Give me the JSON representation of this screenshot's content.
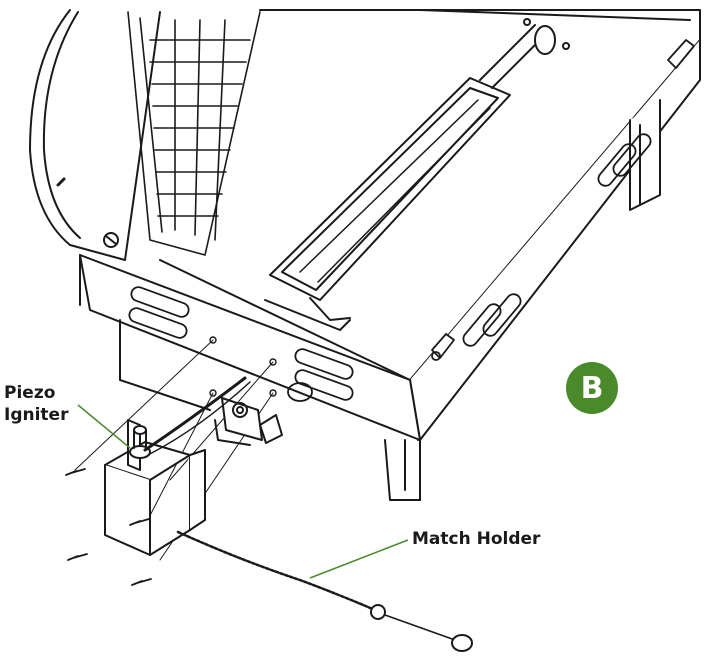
{
  "diagram": {
    "labels": {
      "piezo_line1": "Piezo",
      "piezo_line2": "Igniter",
      "match_holder": "Match Holder"
    },
    "step_badge": "B",
    "colors": {
      "accent": "#4a8a2a",
      "leader": "#4a8a2a",
      "ink": "#1a1a1a",
      "background": "#ffffff"
    }
  }
}
